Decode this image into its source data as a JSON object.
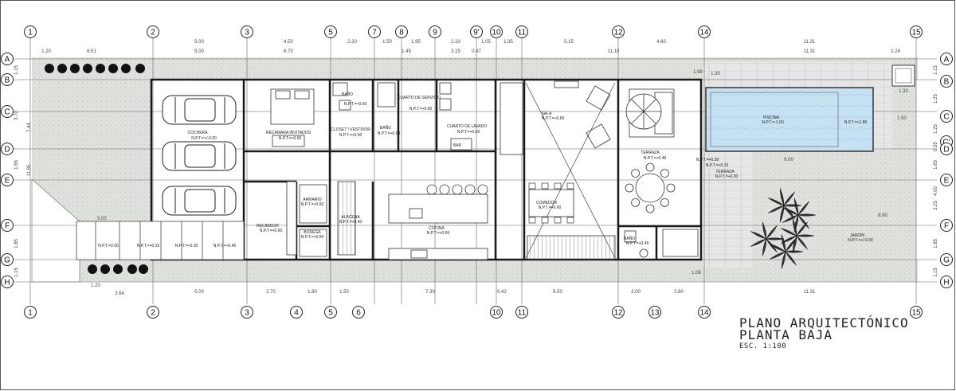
{
  "plan": {
    "title_1": "PLANO ARQUITECTÓNICO",
    "title_2": "PLANTA BAJA",
    "scale": "ESC. 1:100"
  },
  "axes": {
    "top": [
      "1",
      "2",
      "3",
      "5",
      "7",
      "8",
      "9",
      "9'",
      "10",
      "11",
      "12",
      "14",
      "15"
    ],
    "bottom": [
      "1",
      "2",
      "3",
      "4",
      "5",
      "6",
      "10",
      "11",
      "12",
      "13",
      "14",
      "15"
    ],
    "left": [
      "A",
      "B",
      "C",
      "D",
      "E",
      "F",
      "G",
      "H"
    ],
    "right": [
      "A",
      "B",
      "C",
      "C'",
      "D",
      "E",
      "F",
      "G",
      "H"
    ]
  },
  "dims": {
    "top_row1": [
      "5.00",
      "4.50",
      "2.20",
      "1.50",
      "1.95",
      "2.10",
      "1.05",
      "1.35",
      "5.15",
      "4.60",
      "11.31"
    ],
    "top_row2": [
      "1.20",
      "6.51",
      "5.00",
      "6.70",
      "1.45",
      "3.15",
      "0.47",
      "11.10",
      "11.31",
      "2.24"
    ],
    "bottom_row1": [
      "5.00",
      "2.70",
      "1.80",
      "1.50",
      "7.30",
      "0.42",
      "6.50",
      "2.00",
      "2.60",
      "11.31"
    ],
    "bottom_row2": [
      "1.20",
      "3.64"
    ],
    "left_col": [
      "1.15",
      "3.70",
      "1.65",
      "1.85",
      "1.15"
    ],
    "left_col2": [
      "7.44",
      "11.85"
    ],
    "right_col": [
      "1.15",
      "1.25",
      "1.25",
      "0.55",
      "1.65",
      "4.00",
      "2.25",
      "1.85",
      "1.15"
    ],
    "inner": [
      "1.98",
      "1.30",
      "1.30",
      "9.00",
      "8.90",
      "1.08",
      "5.00",
      "1.50"
    ]
  },
  "rooms": {
    "cochera": "COCHERA",
    "cochera_npt": "N.P.T.=+/-0.00",
    "recamara": "RECAMARA INVITADOS",
    "recamara_npt": "N.P.T.=+0.60",
    "bano1": "BAÑO",
    "bano1_npt": "N.P.T.=+0.60",
    "closet": "CLOSET / VESTIDOR",
    "closet_npt": "N.P.T.=+0.60",
    "bano2": "BAÑO",
    "bano2_npt": "N.P.T.=+0.60",
    "cuarto_servicio": "CUARTO DE SERVICIO",
    "cuarto_servicio_npt": "N.P.T.=+0.60",
    "cuarto_lavado": "CUARTO DE LAVADO",
    "cuarto_lavado_npt": "N.P.T.=+0.60",
    "bar": "BAR",
    "sala": "SALA",
    "sala_npt": "N.P.T.=+0.60",
    "terraza1": "TERRAZA",
    "terraza1_npt": "N.P.T.=+0.45",
    "piscina": "PISCINA",
    "piscina_npt": "N.P.T.=-1.60",
    "piscina_npt2": "N.P.T.=+1.80",
    "terraza2": "TERRAZA",
    "terraza2_npt": "N.P.T.=+0.00",
    "npt_030": "N.P.T.=+0.30",
    "npt_015": "N.P.T.=+0.15",
    "armario": "ARMARIO",
    "armario_npt": "N.P.T.=+0.60",
    "bodega": "BODEGA",
    "bodega_npt": "N.P.T.=+0.60",
    "alacena": "ALACENA",
    "alacena_npt": "N.P.T.=+0.60",
    "recibidor": "RECIBIDOR",
    "recibidor_npt": "N.P.T.=+0.60",
    "cocina": "COCINA",
    "cocina_npt": "N.P.T.=+0.60",
    "comedor": "COMEDOR",
    "comedor_npt": "N.P.T.=+0.60",
    "bano3": "BAÑO",
    "bano3_npt": "N.P.T.=+0.45",
    "jardin": "JARDIN",
    "jardin_npt": "N.P.T.=+/-0.00",
    "step_0": "N.P.T.=0.00",
    "step_15": "N.P.T.=+0.15",
    "step_30": "N.P.T.=+0.30",
    "step_45": "N.P.T.=+0.45"
  },
  "colors": {
    "line": "#333333",
    "wall": "#1a1a1a",
    "garden": "#d9ddd6",
    "pool": "#bcd9ee",
    "deck": "#e4e4e4"
  }
}
